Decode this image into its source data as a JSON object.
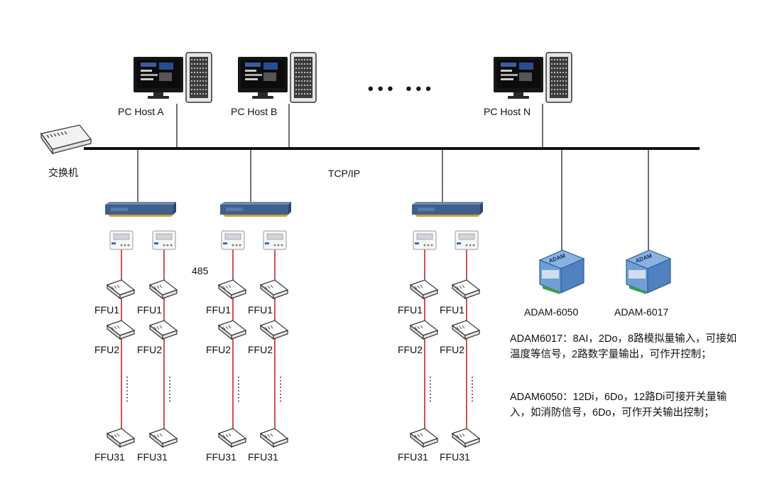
{
  "hosts": [
    "PC Host A",
    "PC Host B",
    "PC Host N"
  ],
  "ellipsis": "• • •   • • •",
  "switch_label": "交换机",
  "protocol_label": "TCP/IP",
  "bus_label": "485",
  "ffu_labels": {
    "first": "FFU1",
    "second": "FFU2",
    "last": "FFU31"
  },
  "adam_modules": [
    "ADAM-6050",
    "ADAM-6017"
  ],
  "notes": [
    "ADAM6017：8AI，2Do，8路模拟量输入，可接如温度等信号，2路数字量输出，可作开控制；",
    "ADAM6050：12Di，6Do，12路Di可接开关量输入，如消防信号，6Do，可作开关输出控制；"
  ],
  "colors": {
    "bus": "#111111",
    "rs485": "#c0282c",
    "gateway": "#4a6a96",
    "adam": "#5f8fc6"
  }
}
